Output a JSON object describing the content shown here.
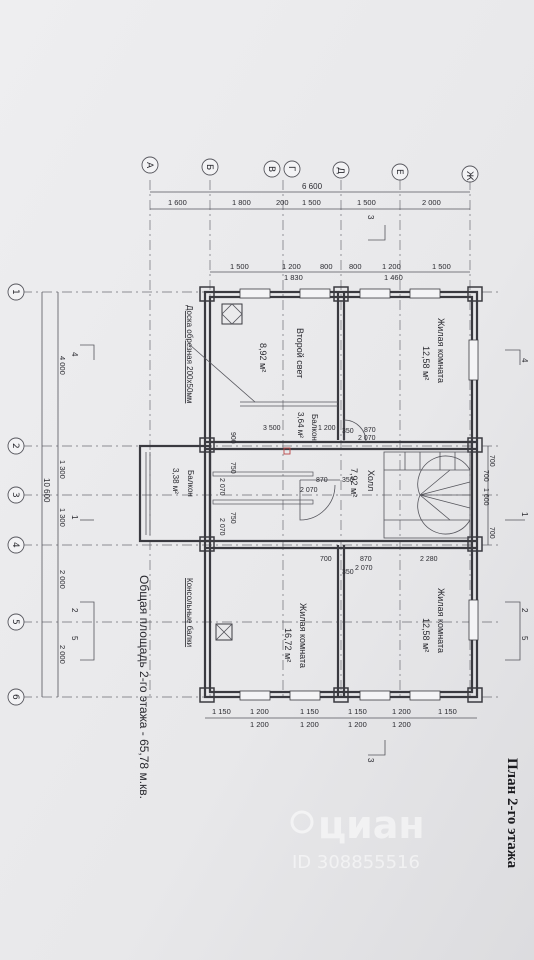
{
  "title": "План 2-го этажа",
  "total_area": "Общая площадь 2-го этажа - 65,78 м.кв.",
  "watermark": {
    "brand": "циан",
    "id": "ID 308855516"
  },
  "axes_letters": [
    "А",
    "Б",
    "В",
    "Г",
    "Д",
    "Е",
    "Ж"
  ],
  "axes_numbers": [
    "1",
    "2",
    "3",
    "4",
    "5",
    "6"
  ],
  "rooms": {
    "living_1": {
      "name": "Жилая комната",
      "area": "12,58 м²"
    },
    "living_2": {
      "name": "Жилая комната",
      "area": "12,58 м²"
    },
    "living_3": {
      "name": "Жилая комната",
      "area": "16,72 м²"
    },
    "second_light": {
      "name": "Второй свет",
      "area": "8,92 м²"
    },
    "hall": {
      "name": "Холл",
      "area": "7,92 м²"
    },
    "balcony_inner": {
      "name": "Балкон",
      "area": "3,64 м²"
    },
    "balcony_outer": {
      "name": "Балкон",
      "area": "3,38 м²"
    }
  },
  "notes": {
    "board": "Доска обрезная 200х50мм",
    "consoles": "Консольные балки"
  },
  "dims_top_total": "6 600",
  "dims_top_1": [
    "1 600",
    "1 800",
    "200",
    "1 500",
    "1 500",
    "2 000"
  ],
  "dims_top_2": [
    "1 500",
    "1 200",
    "800",
    "800",
    "1 200",
    "1 500"
  ],
  "dims_top_2b": [
    "1 830",
    "1 460"
  ],
  "dims_left_total": "10 600",
  "dims_left": [
    "4 000",
    "1 300",
    "1 300",
    "2 000",
    "2 000"
  ],
  "dims_bottom": [
    "1 150",
    "1 200",
    "1 150",
    "1 150",
    "1 200",
    "1 150"
  ],
  "dims_bottom_b": [
    "1 200",
    "1 200",
    "1 200",
    "1 200"
  ],
  "dims_right": [
    "700",
    "700",
    "1 600",
    "700"
  ],
  "dims_inner": {
    "d3500": "3 500",
    "d1200": "1 200",
    "d350a": "350",
    "d870a": "870",
    "d2070a": "2 070",
    "d870b": "870",
    "d2070b": "2 070",
    "d350b": "350",
    "d870c": "870",
    "d2070c": "2 070",
    "d350c": "350",
    "d700": "700",
    "d2280": "2 280",
    "d900": "900",
    "d750a": "750",
    "d750b": "750",
    "d2070d": "2 070",
    "d2070e": "2 070"
  },
  "section_marks": [
    "3",
    "3",
    "4",
    "4",
    "1",
    "1",
    "2",
    "2",
    "5",
    "5"
  ]
}
